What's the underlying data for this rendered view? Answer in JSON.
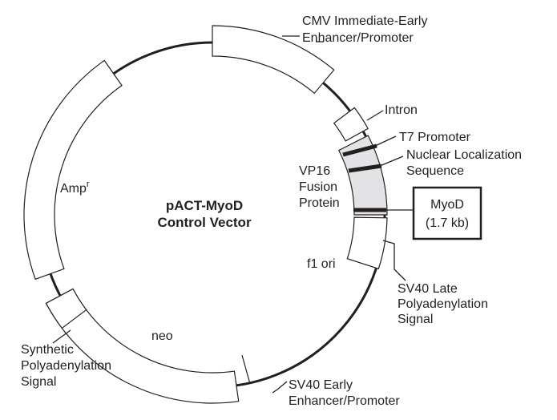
{
  "plasmid": {
    "name": "pACT-MyoD",
    "subtitle": "Control Vector"
  },
  "features": {
    "cmv": [
      "CMV Immediate-Early",
      "Enhancer/Promoter"
    ],
    "intron": "Intron",
    "t7": "T7 Promoter",
    "nls": [
      "Nuclear Localization",
      "Sequence"
    ],
    "vp16": [
      "VP16",
      "Fusion",
      "Protein"
    ],
    "myod": [
      "MyoD",
      "(1.7 kb)"
    ],
    "f1": "f1 ori",
    "sv40_late": [
      "SV40 Late",
      "Polyadenylation",
      "Signal"
    ],
    "sv40_early": [
      "SV40 Early",
      "Enhancer/Promoter"
    ],
    "neo": "neo",
    "synthetic_pa": [
      "Synthetic",
      "Polyadenylation",
      "Signal"
    ],
    "amp": {
      "base": "Amp",
      "superscript": "r"
    }
  }
}
